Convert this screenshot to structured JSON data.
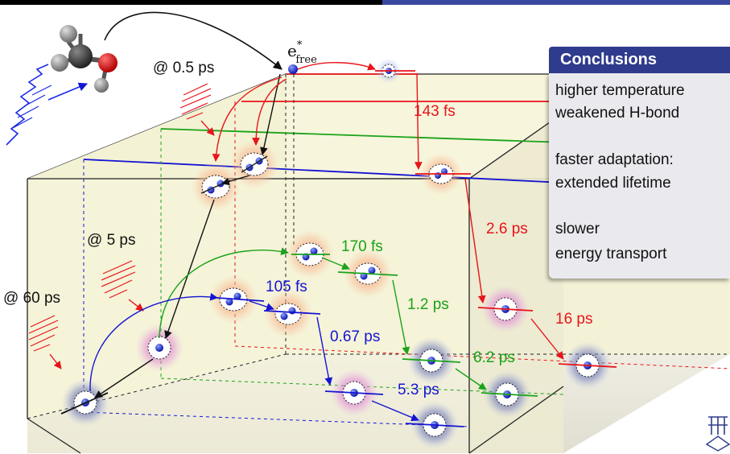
{
  "conclusions": {
    "title": "Conclusions",
    "lines": [
      "higher temperature",
      "weakened H-bond",
      "faster adaptation:",
      "extended lifetime",
      "slower",
      "energy transport"
    ]
  },
  "labels": {
    "e_free": "e",
    "e_free_sup": "*",
    "e_free_sub": "free",
    "t_05ps": "@ 0.5 ps",
    "t_5ps": "@ 5 ps",
    "t_60ps": "@ 60 ps"
  },
  "times": {
    "red_143fs": "143 fs",
    "red_26ps": "2.6 ps",
    "red_16ps": "16 ps",
    "green_170fs": "170 fs",
    "green_12ps": "1.2 ps",
    "green_62ps": "6.2 ps",
    "blue_105fs": "105 fs",
    "blue_067ps": "0.67 ps",
    "blue_53ps": "5.3 ps"
  },
  "colors": {
    "red": "#e8141a",
    "green": "#1aa31a",
    "blue": "#1414d2",
    "box_fill": "#f5f3d2",
    "header": "#2f3b8c"
  }
}
